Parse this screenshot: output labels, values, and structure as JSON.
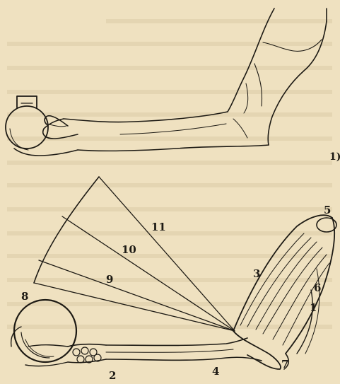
{
  "figure_upper": {
    "label": "1)"
  },
  "figure_lower": {
    "labels": {
      "n1": "1",
      "n2": "2",
      "n4": "4",
      "n5": "5",
      "n6": "6",
      "n7": "7",
      "n3": "3",
      "n8": "8",
      "n9": "9",
      "n10": "10",
      "n11": "11"
    }
  },
  "colors": {
    "paper": "#efe1c0",
    "ink": "#1d1a14",
    "shadow_text": "#d9c9a4"
  }
}
